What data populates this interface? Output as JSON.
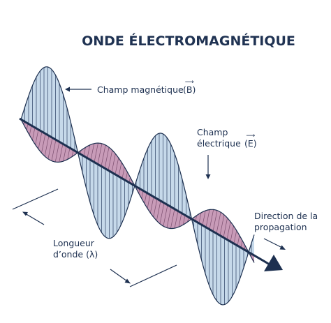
{
  "title": "ONDE ÉLECTROMAGNÉTIQUE",
  "labels": {
    "magnetic_field": "Champ magnétique",
    "magnetic_symbol": "(B)",
    "electric_field_line1": "Champ",
    "electric_field_line2": "électrique",
    "electric_symbol": "(E)",
    "direction_line1": "Direction de la",
    "direction_line2": "propagation",
    "wavelength_line1": "Longueur",
    "wavelength_line2": "d’onde (λ)"
  },
  "vector_arrow": "⟶",
  "colors": {
    "magnetic_wave_fill": "#bcd2e6",
    "electric_wave_fill": "#c89bb8",
    "overlap_fill": "#9a93bf",
    "outline": "#1d3050",
    "text": "#1d3050"
  }
}
